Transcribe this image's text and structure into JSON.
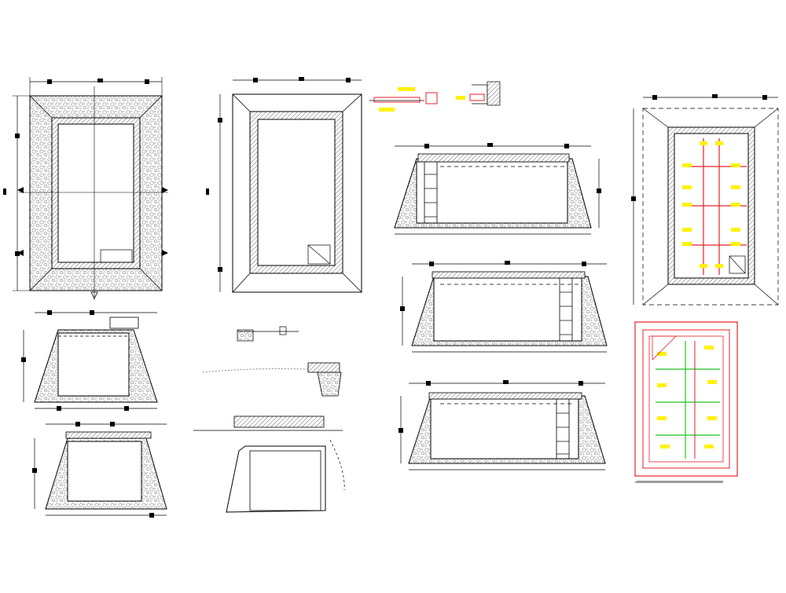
{
  "colors": {
    "line": "#000000",
    "hatch": "#777777",
    "stone": "#9a9a9a",
    "rebar_red": "#e8202a",
    "tag_yellow": "#fff200",
    "bar_green": "#22c322",
    "paper": "#ffffff"
  },
  "drawing": {
    "views": [
      "plan-stone-tank",
      "plan-concrete-tank",
      "section-stone-small-1",
      "section-stone-small-2",
      "detail-ladder",
      "section-soil-profile",
      "section-concrete-1",
      "section-concrete-2",
      "section-concrete-3",
      "reinforcement-top-slab",
      "reinforcement-base-slab",
      "detail-rebar-bend"
    ]
  }
}
